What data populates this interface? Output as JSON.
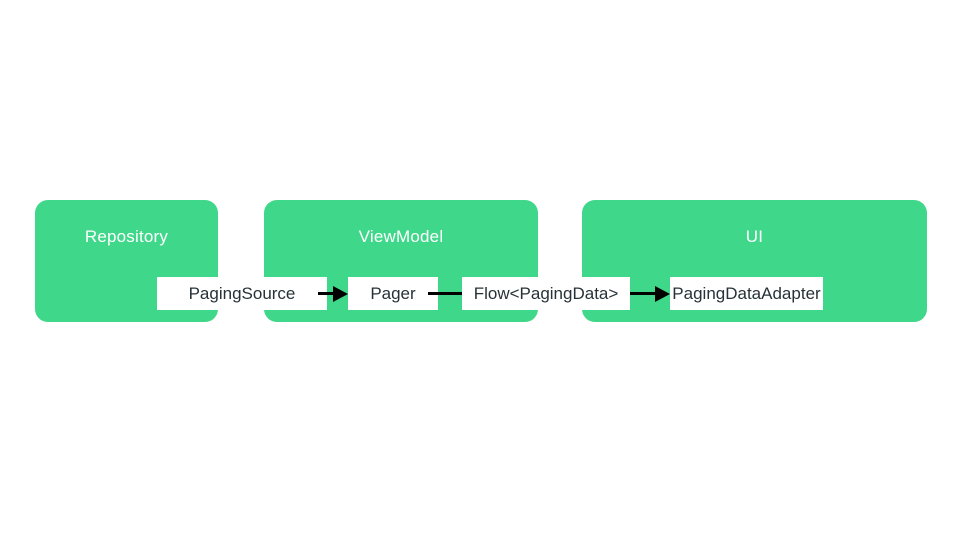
{
  "diagram": {
    "name": "paging-library-architecture",
    "layers": [
      {
        "id": "repository",
        "label": "Repository"
      },
      {
        "id": "viewmodel",
        "label": "ViewModel"
      },
      {
        "id": "ui",
        "label": "UI"
      }
    ],
    "nodes": [
      {
        "id": "paging-source",
        "label": "PagingSource",
        "layer": "Repository / ViewModel"
      },
      {
        "id": "pager",
        "label": "Pager",
        "layer": "ViewModel"
      },
      {
        "id": "flow-paging-data",
        "label": "Flow<PagingData>",
        "layer": "ViewModel / UI"
      },
      {
        "id": "paging-data-adapter",
        "label": "PagingDataAdapter",
        "layer": "UI"
      }
    ],
    "edges": [
      {
        "from": "PagingSource",
        "to": "Pager",
        "style": "arrow"
      },
      {
        "from": "Pager",
        "to": "Flow<PagingData>",
        "style": "line"
      },
      {
        "from": "Flow<PagingData>",
        "to": "PagingDataAdapter",
        "style": "arrow"
      }
    ],
    "colors": {
      "layer_fill": "#3fd88a",
      "layer_label_text": "#ffffff",
      "node_fill": "#ffffff",
      "node_text": "#263238",
      "edge": "#000000",
      "background": "#ffffff"
    }
  }
}
